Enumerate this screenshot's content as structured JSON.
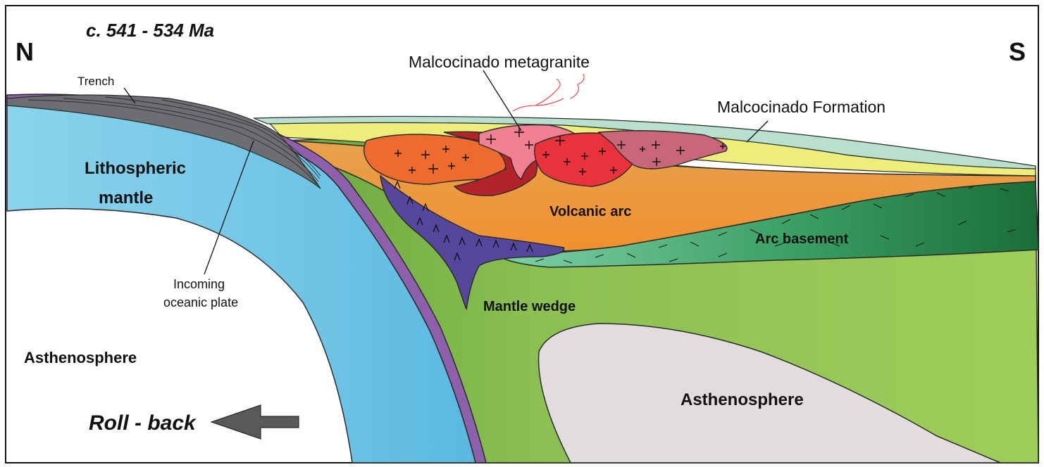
{
  "age": "c. 541 - 534 Ma",
  "directions": {
    "north": "N",
    "south": "S"
  },
  "labels": {
    "trench": "Trench",
    "malcocinado_metagranite": "Malcocinado metagranite",
    "malcocinado_formation": "Malcocinado Formation",
    "lithospheric_mantle_line1": "Lithospheric",
    "lithospheric_mantle_line2": "mantle",
    "volcanic_arc": "Volcanic arc",
    "arc_basement": "Arc basement",
    "incoming_plate_line1": "Incoming",
    "incoming_plate_line2": "oceanic plate",
    "mantle_wedge": "Mantle wedge",
    "asthenosphere_left": "Asthenosphere",
    "asthenosphere_right": "Asthenosphere",
    "roll_back": "Roll - back"
  },
  "colors": {
    "lithospheric_mantle": "#7ccbe8",
    "oceanic_crust": "#8e5fab",
    "trench_sediment": "#6d6e71",
    "mantle_wedge": "#8cc052",
    "volcanic_arc": "#ee9a3e",
    "arc_basement_dark": "#1f7a3e",
    "arc_basement_light": "#5fbf8a",
    "mafic_wedge": "#56469c",
    "granite_orange": "#ef6a2e",
    "granite_darkred": "#b2232a",
    "granite_pink": "#f08092",
    "granite_red": "#e8323c",
    "granite_mauve": "#c8667a",
    "yellow_layer": "#eded7a",
    "formation_layer": "#b9e0cf",
    "asthenosphere_right": "#e2dcdc",
    "arrow": "#58595b"
  }
}
